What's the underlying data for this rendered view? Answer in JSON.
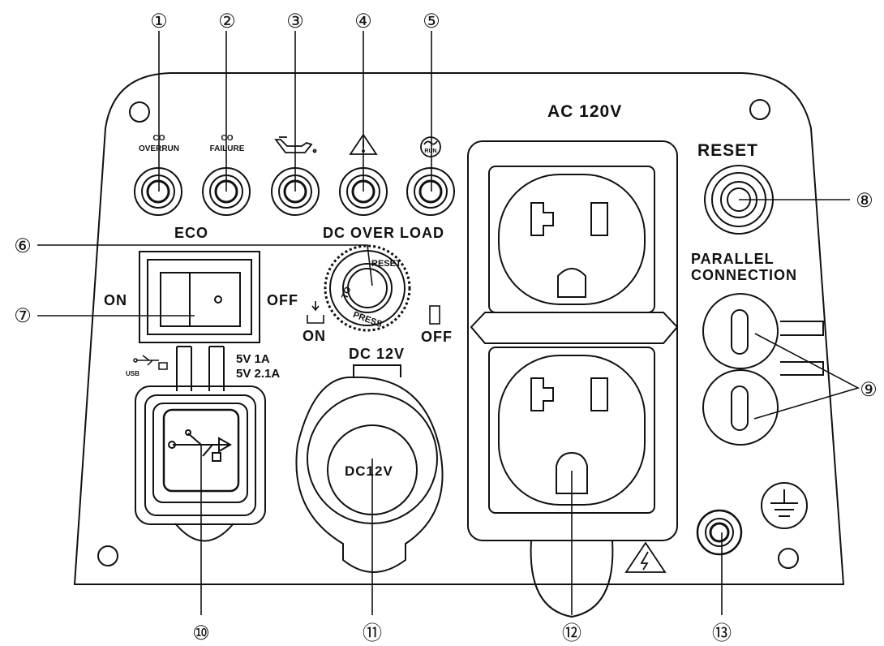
{
  "callouts": {
    "c1": "①",
    "c2": "②",
    "c3": "③",
    "c4": "④",
    "c5": "⑤",
    "c6": "⑥",
    "c7": "⑦",
    "c8": "⑧",
    "c9": "⑨",
    "c10": "⑩",
    "c11": "⑪",
    "c12": "⑫",
    "c13": "⑬"
  },
  "indicators": {
    "co_overrun_line1": "CO",
    "co_overrun_line2": "OVERRUN",
    "co_failure_line1": "CO",
    "co_failure_line2": "FAILURE",
    "run_label": "RUN"
  },
  "labels": {
    "ac": "AC 120V",
    "reset": "RESET",
    "eco": "ECO",
    "dc_overload": "DC OVER LOAD",
    "eco_on": "ON",
    "eco_off": "OFF",
    "breaker_on": "ON",
    "breaker_off": "OFF",
    "breaker_to": "TO",
    "breaker_reset": "RESET",
    "breaker_press": "PRESS",
    "dc12v": "DC 12V",
    "dc12v_socket": "DC12V",
    "usb_small": "USB",
    "usb_spec1": "5V 1A",
    "usb_spec2": "5V 2.1A",
    "parallel1": "PARALLEL",
    "parallel2": "CONNECTION"
  },
  "icons": [
    "oil-can-icon",
    "warning-triangle-icon",
    "run-icon",
    "usb-icon",
    "ground-icon",
    "high-voltage-icon"
  ],
  "colors": {
    "line": "#111111",
    "background": "#ffffff"
  }
}
